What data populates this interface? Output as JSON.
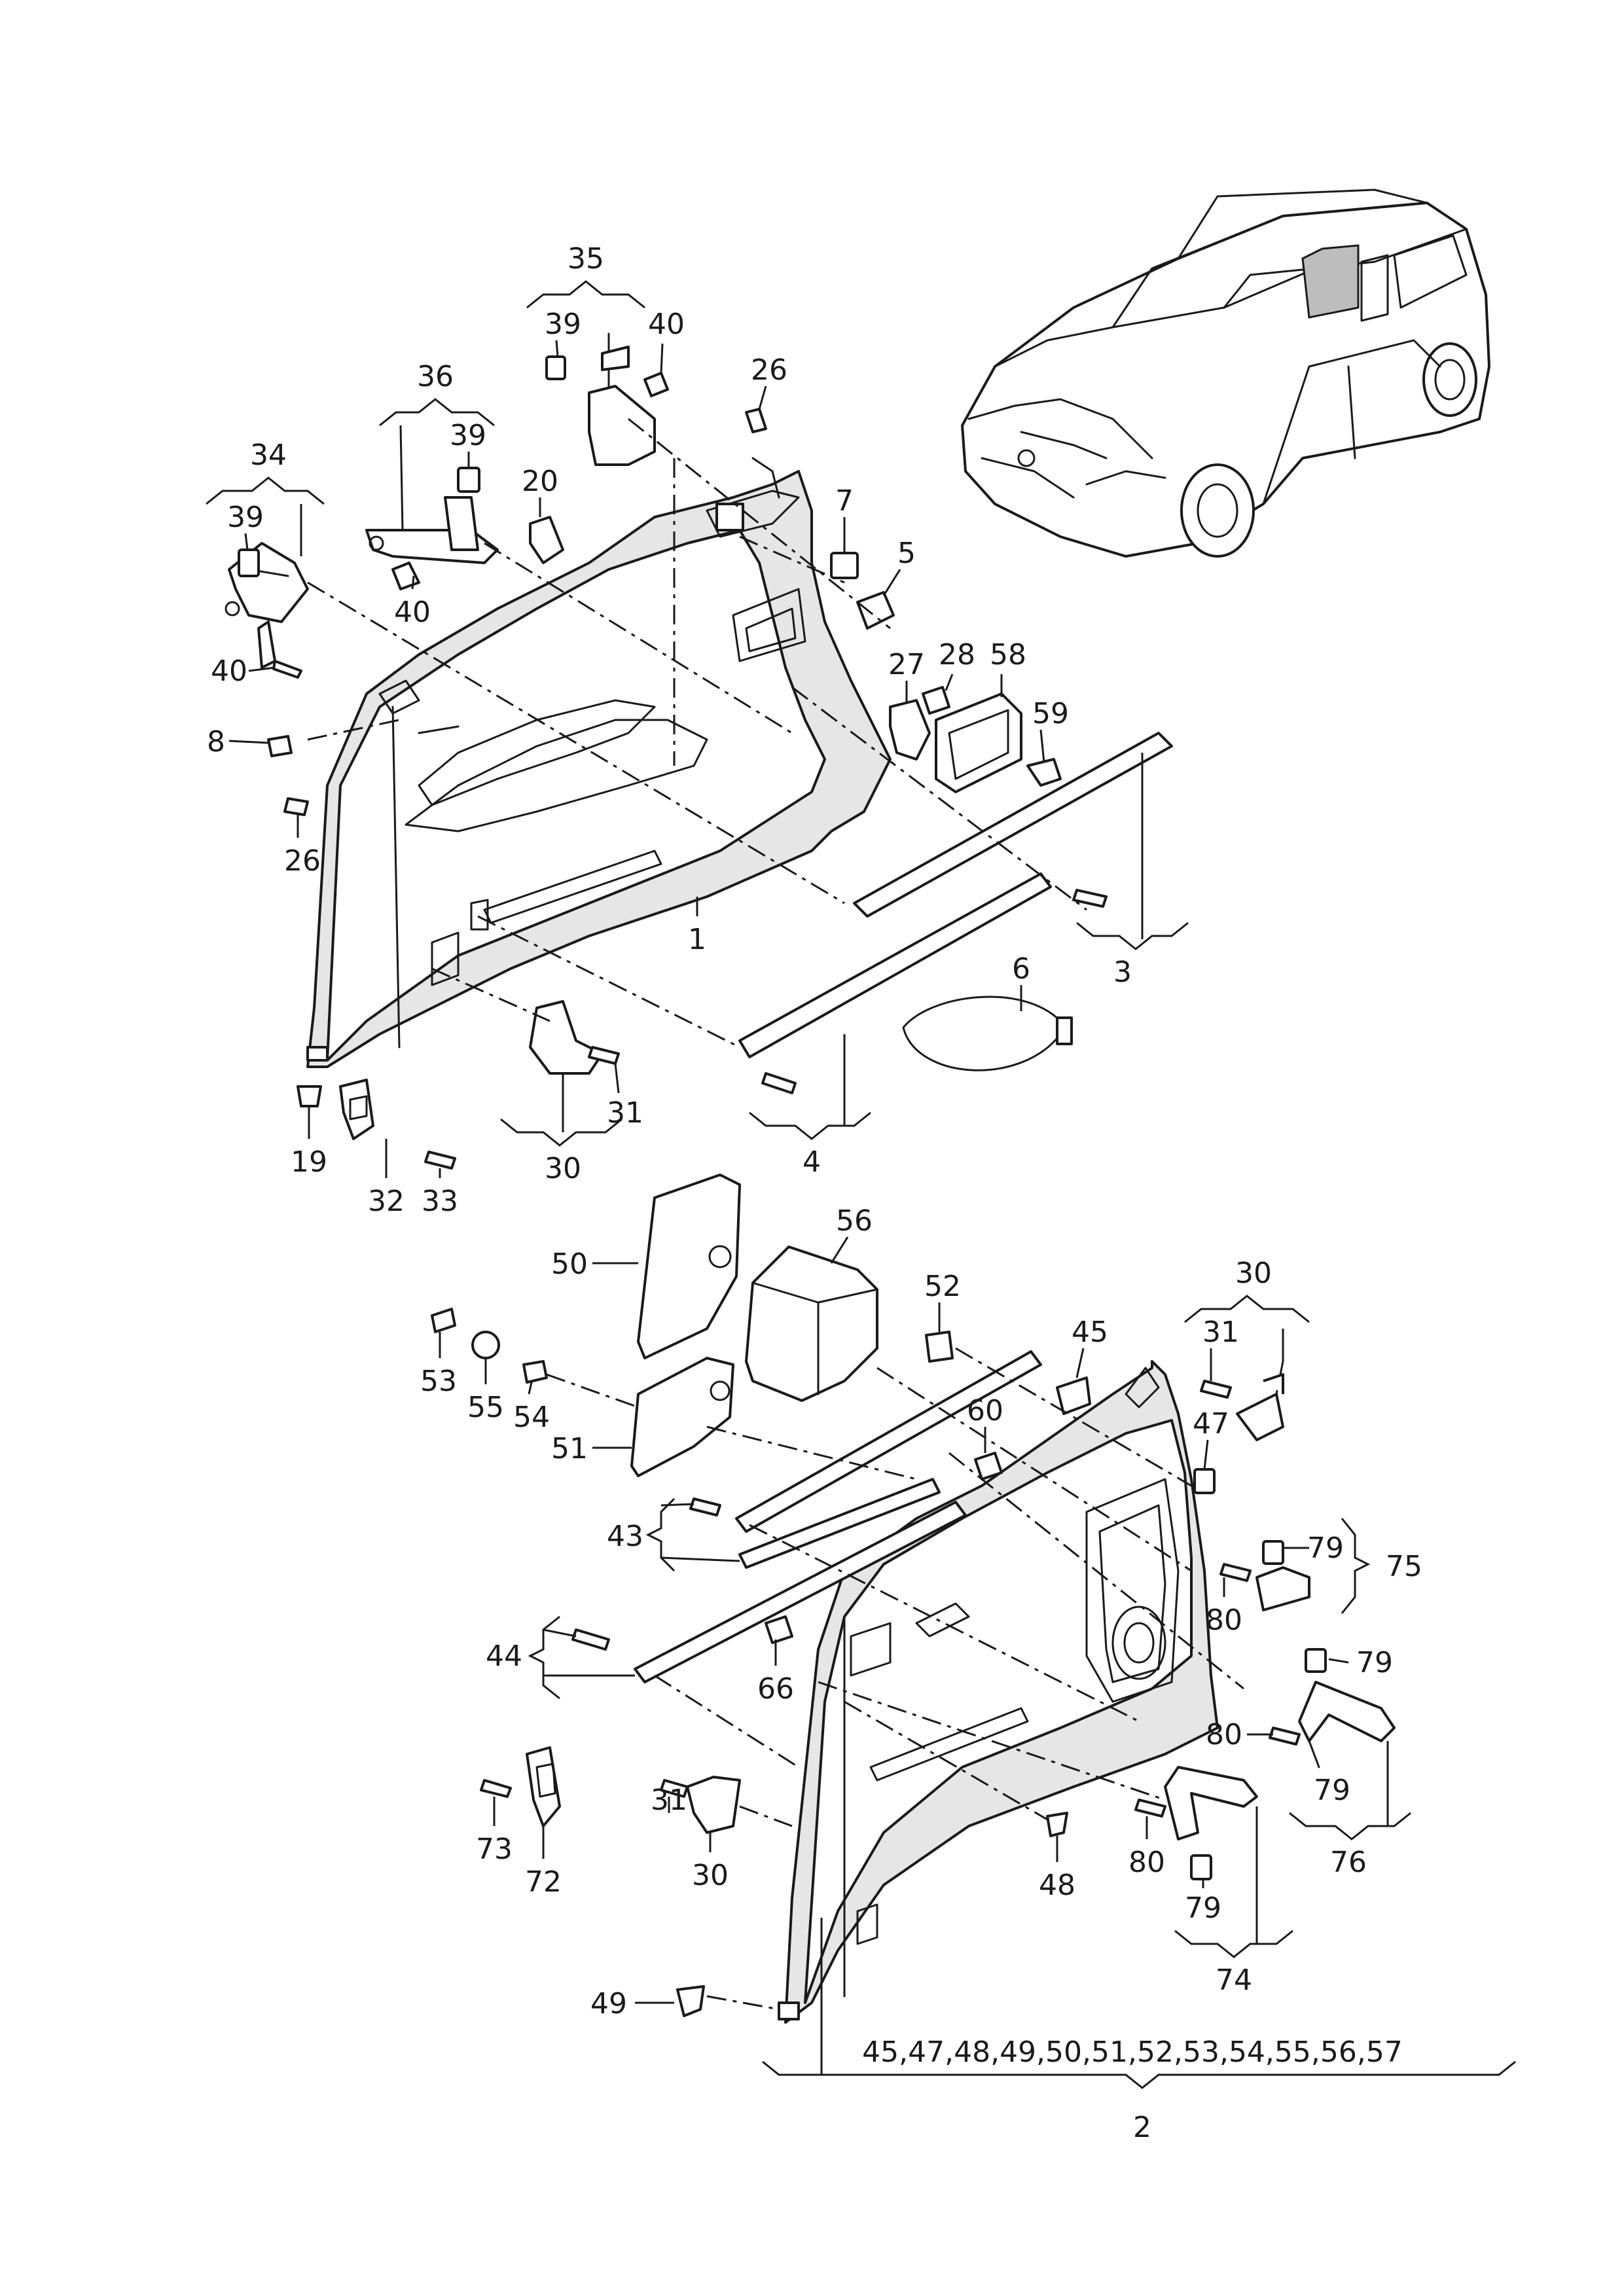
{
  "labels": {
    "l1": "1",
    "l2": "2",
    "l3": "3",
    "l4": "4",
    "l5": "5",
    "l6": "6",
    "l7": "7",
    "l8": "8",
    "l19": "19",
    "l20": "20",
    "l26a": "26",
    "l26b": "26",
    "l27": "27",
    "l28": "28",
    "l30a": "30",
    "l30b": "30",
    "l30c": "30",
    "l31a": "31",
    "l31b": "31",
    "l31c": "31",
    "l32": "32",
    "l33": "33",
    "l34": "34",
    "l35": "35",
    "l36": "36",
    "l39a": "39",
    "l39b": "39",
    "l39c": "39",
    "l40a": "40",
    "l40b": "40",
    "l40c": "40",
    "l43": "43",
    "l44": "44",
    "l45": "45",
    "l47": "47",
    "l48": "48",
    "l49": "49",
    "l50": "50",
    "l51": "51",
    "l52": "52",
    "l53": "53",
    "l54": "54",
    "l55": "55",
    "l56": "56",
    "l58": "58",
    "l59": "59",
    "l60": "60",
    "l66": "66",
    "l72": "72",
    "l73": "73",
    "l74": "74",
    "l75": "75",
    "l76": "76",
    "l79a": "79",
    "l79b": "79",
    "l79c": "79",
    "l79d": "79",
    "l80a": "80",
    "l80b": "80",
    "l80c": "80",
    "group2_list": "45,47,48,49,50,51,52,53,54,55,56,57"
  }
}
